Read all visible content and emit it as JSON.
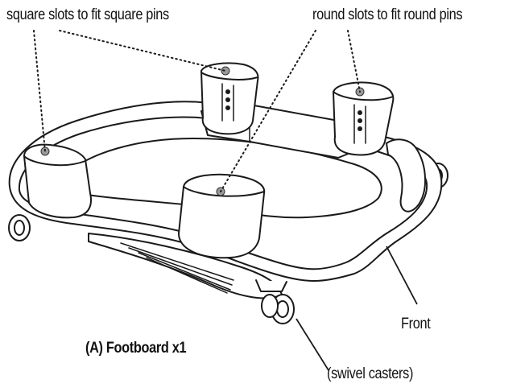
{
  "diagram": {
    "callouts": {
      "square_slots": "square slots to fit square pins",
      "round_slots": "round slots to fit round pins",
      "front": "Front",
      "casters": "(swivel casters)"
    },
    "caption": "(A) Footboard x1",
    "colors": {
      "line": "#1a1a1a",
      "fill": "#ffffff",
      "pin_marker": "#9a9a9a",
      "background": "#ffffff"
    }
  }
}
